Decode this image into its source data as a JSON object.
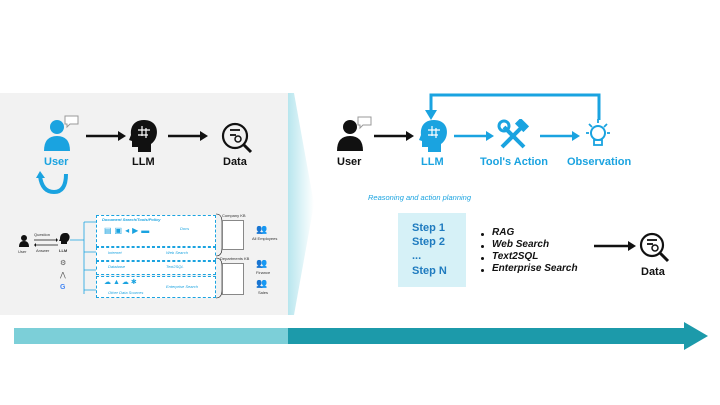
{
  "left": {
    "user_label": "User",
    "llm_label": "LLM",
    "data_label": "Data",
    "mini": {
      "user": "User",
      "llm": "LLM",
      "question": "Question",
      "answer": "Answer",
      "row1_title": "Document Search/Tools/Policy",
      "row1_right": "Docs",
      "row2_left": "Internet",
      "row2_right": "Web Search",
      "row3_left": "Database",
      "row3_right": "Text2SQL",
      "row4_left": "Other Data Sources",
      "row4_right": "Enterprise Search",
      "company_kb": "Company KB",
      "departments_kb": "Departments KB",
      "all_employees": "All Employees",
      "finance": "Finance",
      "sales": "Sales"
    }
  },
  "right": {
    "user_label": "User",
    "llm_label": "LLM",
    "tool_label": "Tool's Action",
    "observation_label": "Observation",
    "reasoning_label": "Reasoning and action planning",
    "steps": [
      "Step 1",
      "Step 2",
      "...",
      "Step N"
    ],
    "tools": [
      "RAG",
      "Web Search",
      "Text2SQL",
      "Enterprise Search"
    ],
    "data_label": "Data"
  },
  "colors": {
    "accent_blue": "#1aa3e0",
    "step_box": "#d6f1f7",
    "step_text": "#1f7bbf",
    "arrow_light": "#7ccfd8",
    "arrow_dark": "#1c9aaa"
  },
  "icons": [
    "user-icon",
    "speech-bubble-icon",
    "brain-head-icon",
    "data-search-icon",
    "cycle-arrow-icon",
    "hammer-wrench-icon",
    "lightbulb-icon"
  ]
}
